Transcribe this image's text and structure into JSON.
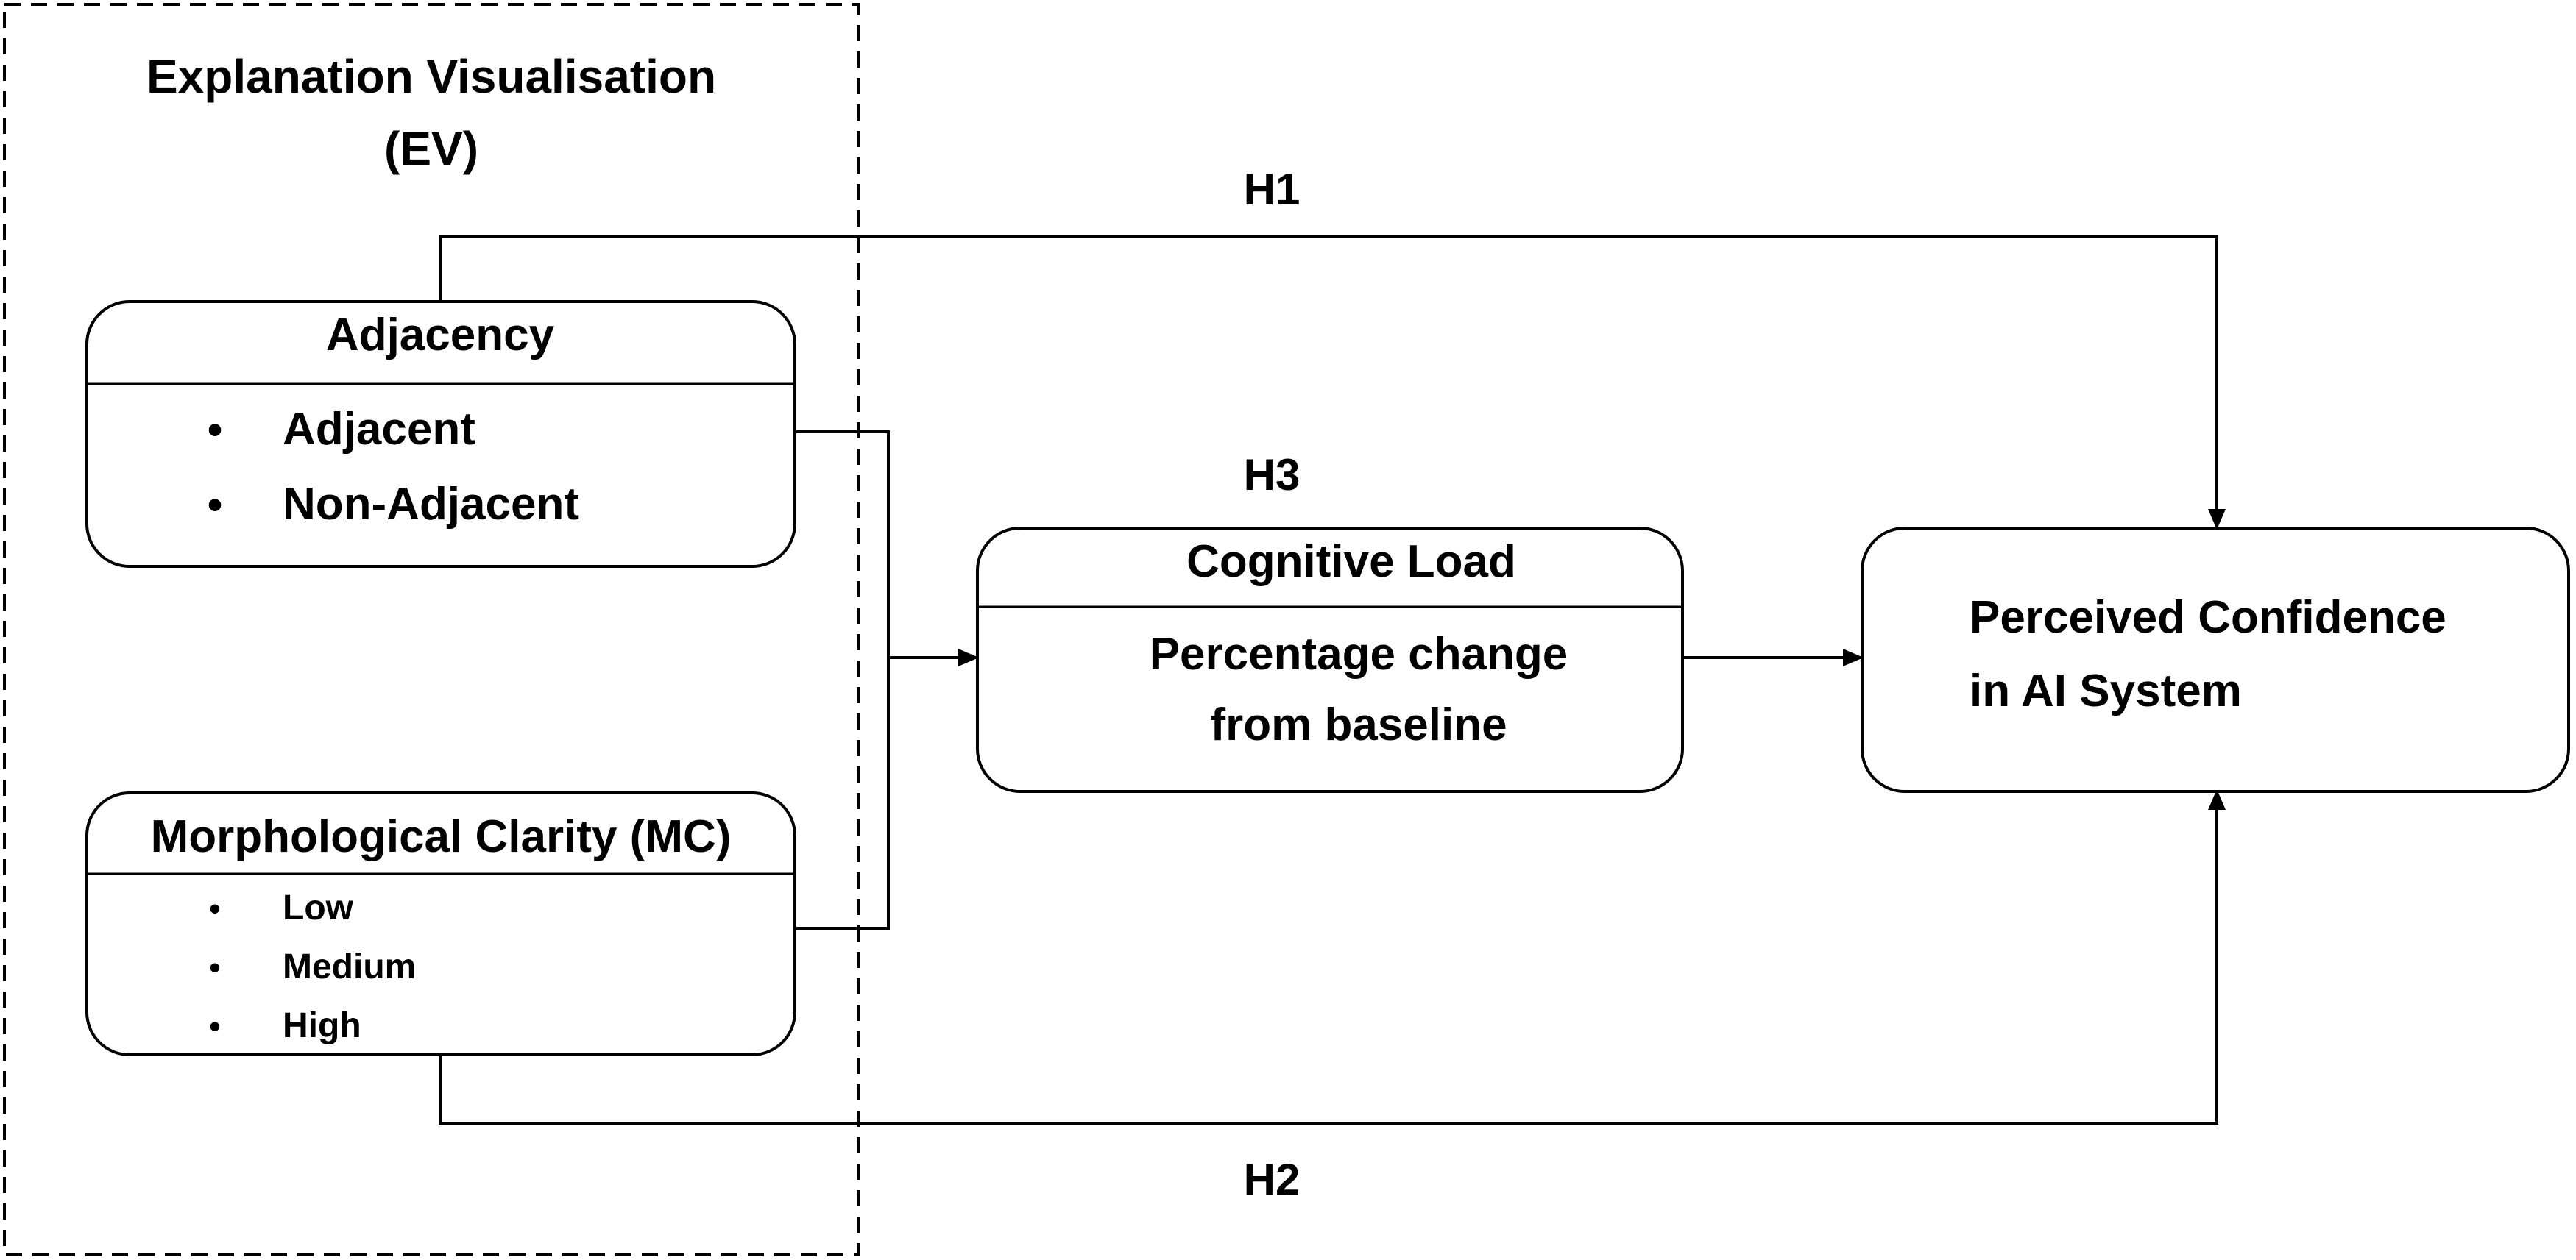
{
  "group": {
    "title_line1": "Explanation Visualisation",
    "title_line2": "(EV)"
  },
  "adjacency": {
    "title": "Adjacency",
    "items": [
      "Adjacent",
      "Non-Adjacent"
    ]
  },
  "morphological_clarity": {
    "title": "Morphological Clarity (MC)",
    "items": [
      "Low",
      "Medium",
      "High"
    ]
  },
  "cognitive_load": {
    "title": "Cognitive Load",
    "line1": "Percentage change",
    "line2": "from baseline"
  },
  "outcome": {
    "line1": "Perceived Confidence",
    "line2": "in AI System"
  },
  "hypotheses": {
    "h1": "H1",
    "h2": "H2",
    "h3": "H3"
  },
  "bullet_glyph": "•"
}
